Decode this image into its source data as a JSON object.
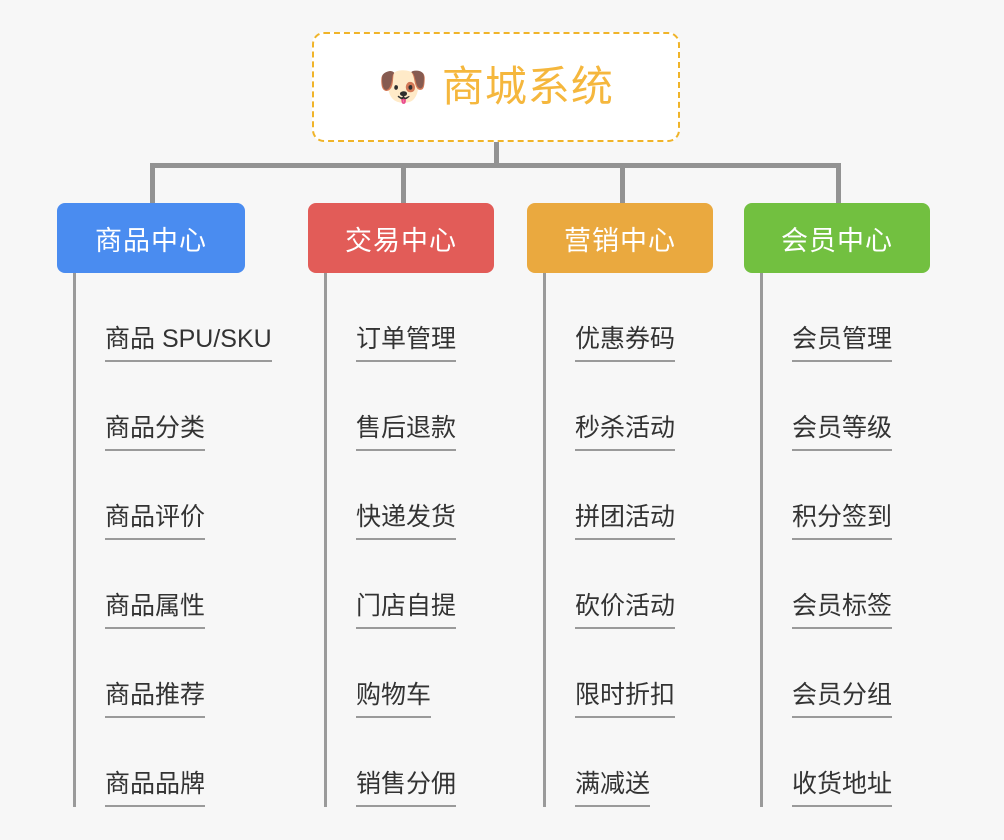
{
  "diagram": {
    "title": "商城系统",
    "root": {
      "icon": "dog-face-emoji",
      "icon_glyph": "🐶",
      "label": "商城系统",
      "text_color": "#f5b73d",
      "border_color": "#f0b429",
      "background": "#ffffff"
    },
    "canvas_background": "#f7f7f7",
    "connector_color": "#939393",
    "branches": [
      {
        "label": "商品中心",
        "color": "#4a8cf0",
        "items": [
          "商品 SPU/SKU",
          "商品分类",
          "商品评价",
          "商品属性",
          "商品推荐",
          "商品品牌"
        ]
      },
      {
        "label": "交易中心",
        "color": "#e25c58",
        "items": [
          "订单管理",
          "售后退款",
          "快递发货",
          "门店自提",
          "购物车",
          "销售分佣"
        ]
      },
      {
        "label": "营销中心",
        "color": "#eaa93f",
        "items": [
          "优惠券码",
          "秒杀活动",
          "拼团活动",
          "砍价活动",
          "限时折扣",
          "满减送"
        ]
      },
      {
        "label": "会员中心",
        "color": "#72c040",
        "items": [
          "会员管理",
          "会员等级",
          "积分签到",
          "会员标签",
          "会员分组",
          "收货地址"
        ]
      }
    ]
  }
}
